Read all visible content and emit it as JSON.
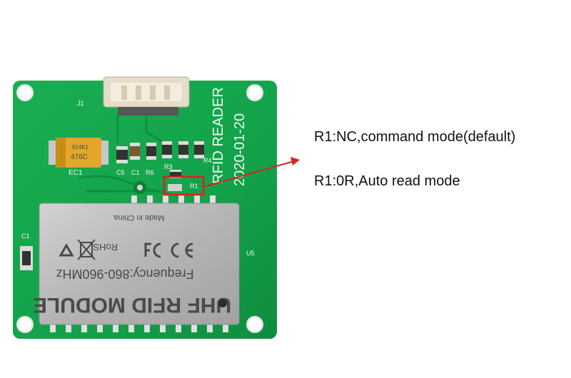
{
  "annotations": {
    "command_mode": "R1:NC,command mode(default)",
    "auto_read": "R1:0R,Auto read mode"
  },
  "board": {
    "title": "RFID READER",
    "date": "2020-01-20",
    "labels": {
      "j1": "J1",
      "ec1": "EC1",
      "c5": "C5",
      "c1_top": "C1",
      "r6": "R6",
      "r3": "R3",
      "r4": "R4",
      "r1": "R1",
      "c1": "C1",
      "u5": "U5"
    },
    "capacitor_marking_1": "476C",
    "capacitor_marking_2": "914K1",
    "module": {
      "made_in": "Made in China",
      "frequency": "Frequency:860-960MHz",
      "name": "UHF RFID MODULE",
      "rohs": "RoHS"
    }
  },
  "colors": {
    "pcb": "#13a24a",
    "highlight": "#e02020",
    "shield": "#b9b9b9"
  }
}
